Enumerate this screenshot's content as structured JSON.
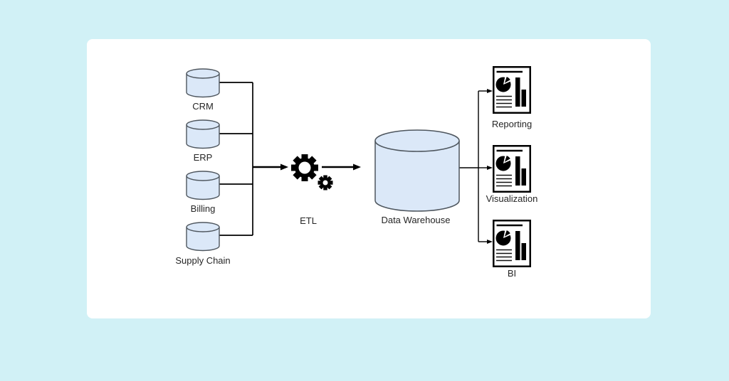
{
  "colors": {
    "background": "#d1f1f6",
    "card": "#ffffff",
    "cylinder_fill": "#dbe8f8",
    "cylinder_stroke": "#4e565e",
    "line": "#000000",
    "icon_ink": "#000000",
    "label_text": "#262626"
  },
  "diagram": {
    "sources": [
      {
        "label": "CRM"
      },
      {
        "label": "ERP"
      },
      {
        "label": "Billing"
      },
      {
        "label": "Supply Chain"
      }
    ],
    "etl": {
      "label": "ETL"
    },
    "warehouse": {
      "label": "Data Warehouse"
    },
    "outputs": [
      {
        "label": "Reporting"
      },
      {
        "label": "Visualization"
      },
      {
        "label": "BI"
      }
    ]
  }
}
